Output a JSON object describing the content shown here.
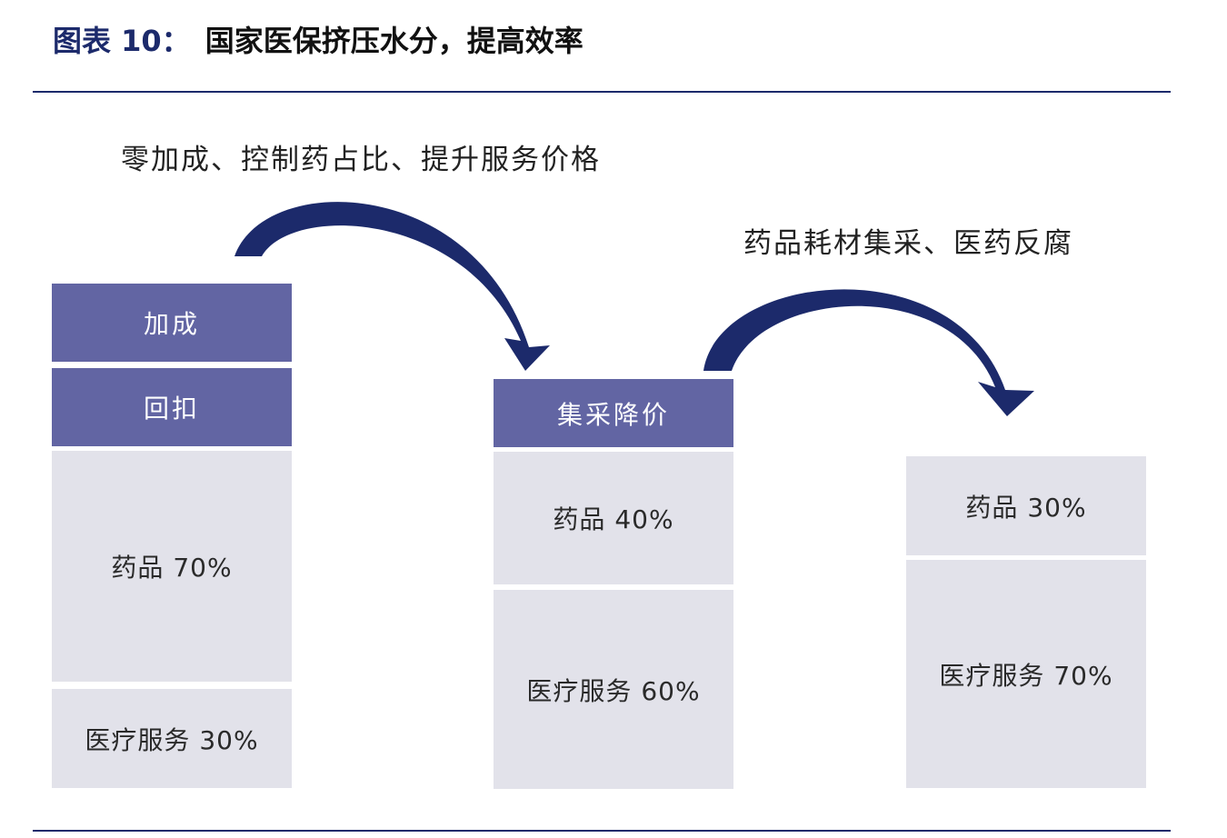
{
  "title": {
    "prefix": "图表 10：",
    "text": "国家医保挤压水分，提高效率"
  },
  "annotations": {
    "step1": "零加成、控制药占比、提升服务价格",
    "step2": "药品耗材集采、医药反腐"
  },
  "columns": [
    {
      "blocks": [
        {
          "label": "加成",
          "kind": "squeeze"
        },
        {
          "label": "回扣",
          "kind": "squeeze"
        },
        {
          "label": "药品 70%",
          "kind": "share",
          "value": 70
        },
        {
          "label": "医疗服务 30%",
          "kind": "share",
          "value": 30
        }
      ]
    },
    {
      "blocks": [
        {
          "label": "集采降价",
          "kind": "squeeze"
        },
        {
          "label": "药品 40%",
          "kind": "share",
          "value": 40
        },
        {
          "label": "医疗服务 60%",
          "kind": "share",
          "value": 60
        }
      ]
    },
    {
      "blocks": [
        {
          "label": "药品 30%",
          "kind": "share",
          "value": 30
        },
        {
          "label": "医疗服务 70%",
          "kind": "share",
          "value": 70
        }
      ]
    }
  ],
  "colors": {
    "accent": "#1c2a6b",
    "squeeze_block": "#6265a3",
    "share_block": "#e2e2ea"
  }
}
